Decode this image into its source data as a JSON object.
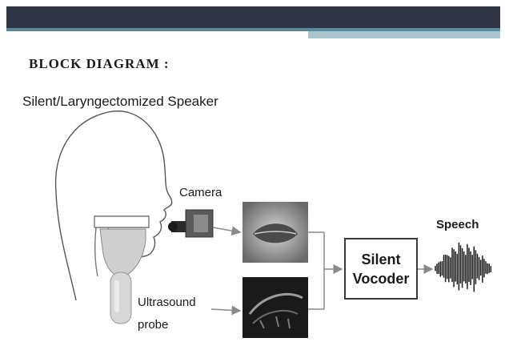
{
  "header": {
    "title": "BLOCK DIAGRAM :",
    "colors": {
      "bar": "#2f3447",
      "accent": "#5b8a99",
      "accent_light": "#a9c6cf"
    }
  },
  "diagram": {
    "speaker_label": "Silent/Laryngectomized Speaker",
    "camera_label": "Camera",
    "ultrasound_label_line1": "Ultrasound",
    "ultrasound_label_line2": "probe",
    "vocoder_line1": "Silent",
    "vocoder_line2": "Vocoder",
    "output_label": "Speech"
  }
}
